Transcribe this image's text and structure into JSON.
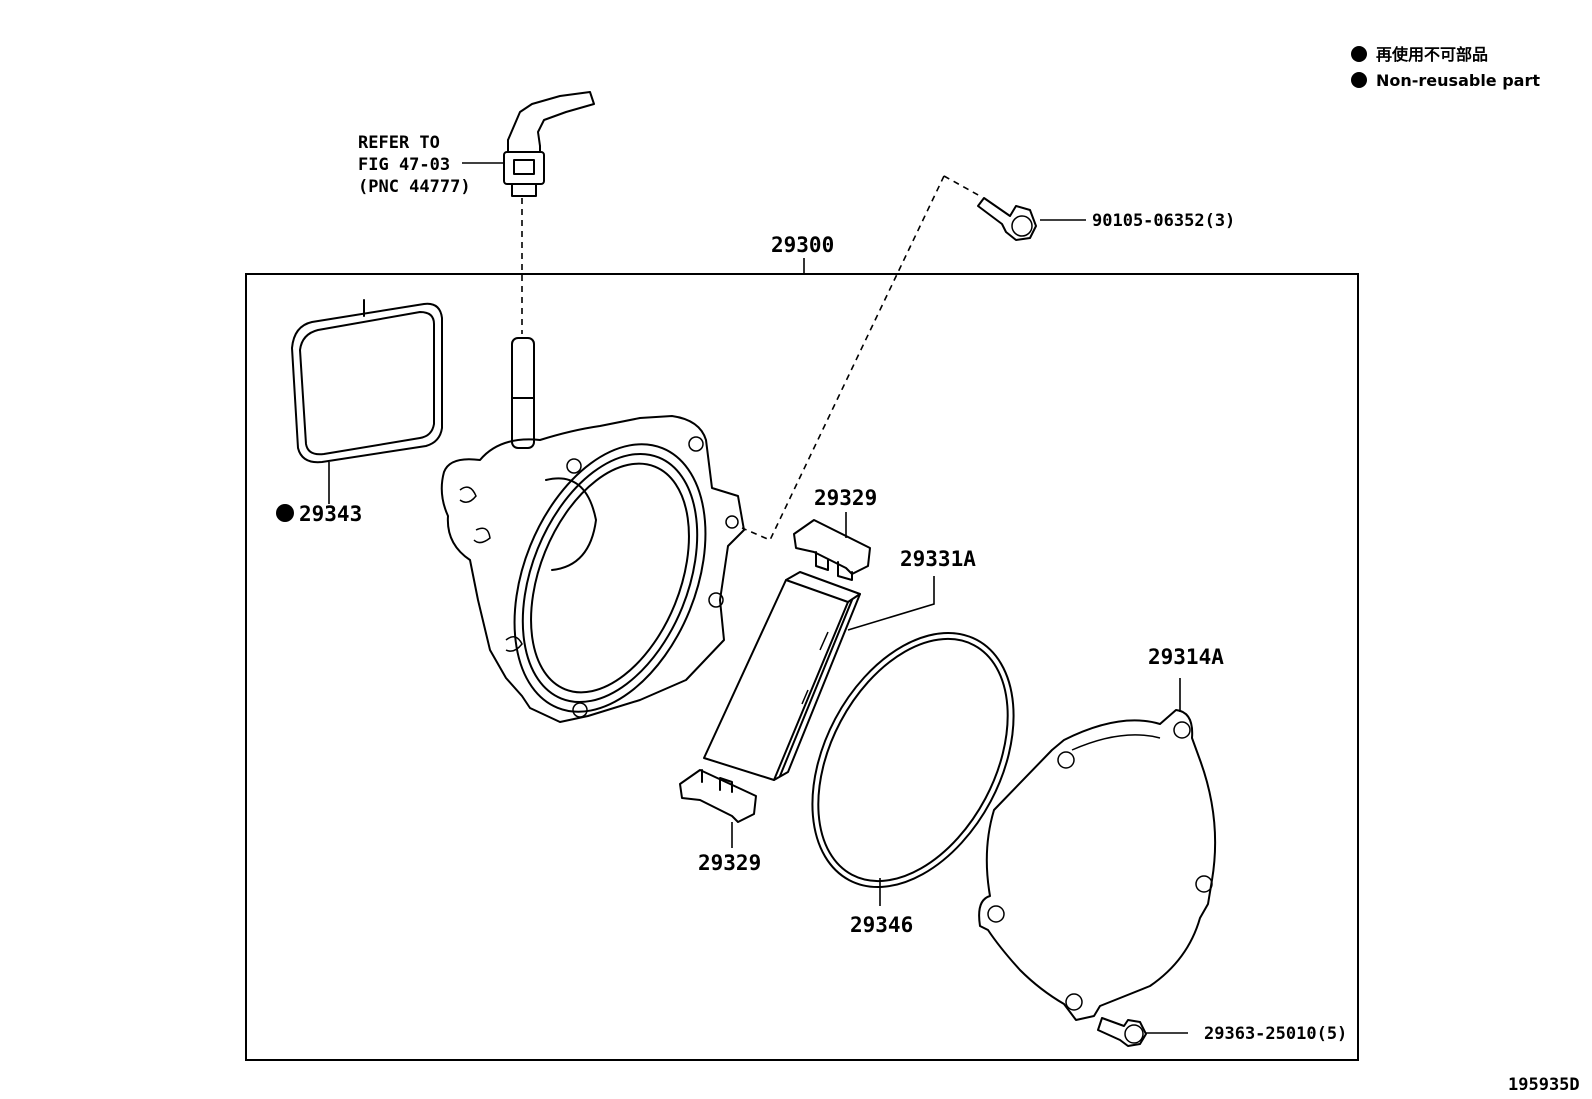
{
  "legend": {
    "line1": "再使用不可部品",
    "line2": "Non-reusable part"
  },
  "refer": {
    "line1": "REFER TO",
    "line2": "FIG 47-03",
    "line3": "(PNC 44777)"
  },
  "assembly_label": "29300",
  "parts": {
    "bolt_top": "90105-06352(3)",
    "gasket": "29343",
    "clip_top": "29329",
    "vane_rotor": "29331A",
    "cover": "29314A",
    "clip_bottom": "29329",
    "oring": "29346",
    "screw_bottom": "29363-25010(5)"
  },
  "figure_id": "195935D"
}
